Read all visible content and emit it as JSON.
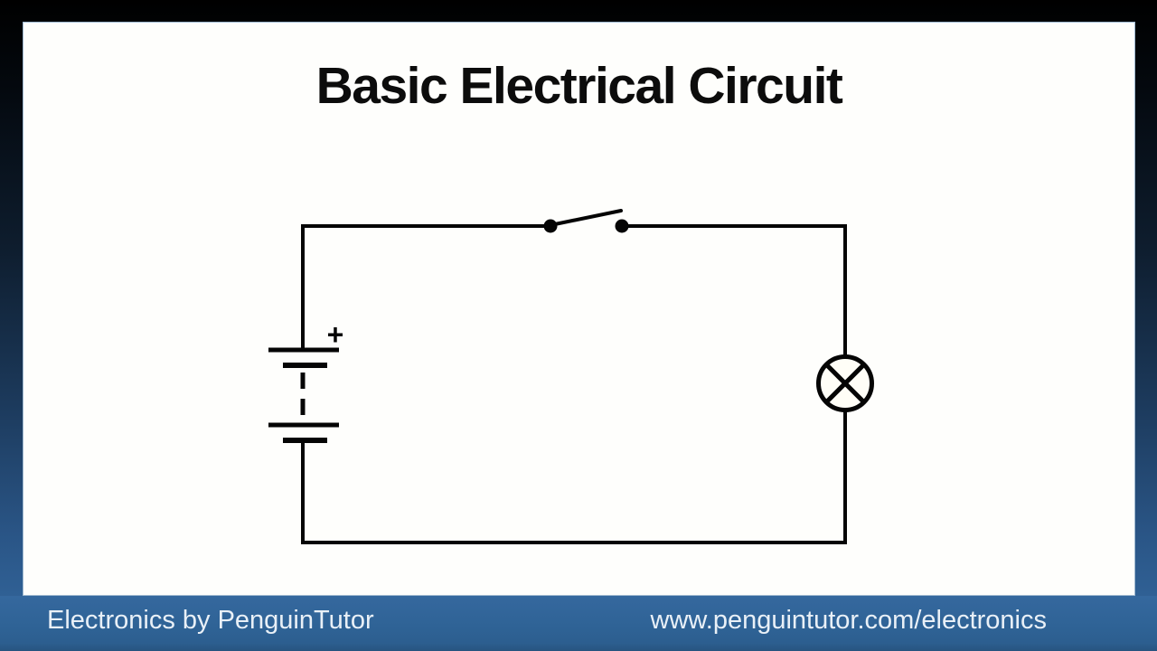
{
  "title": "Basic Electrical Circuit",
  "diagram": {
    "battery_plus_label": "+"
  },
  "footer": {
    "left_text": "Electronics by PenguinTutor",
    "right_text": "www.penguintutor.com/electronics"
  },
  "colors": {
    "frame_top": "#000000",
    "frame_bottom": "#2e6295",
    "footer_bar": "#2e6295",
    "footer_text": "#e9f0f7",
    "canvas": "#fefefc",
    "wire": "#050505"
  }
}
